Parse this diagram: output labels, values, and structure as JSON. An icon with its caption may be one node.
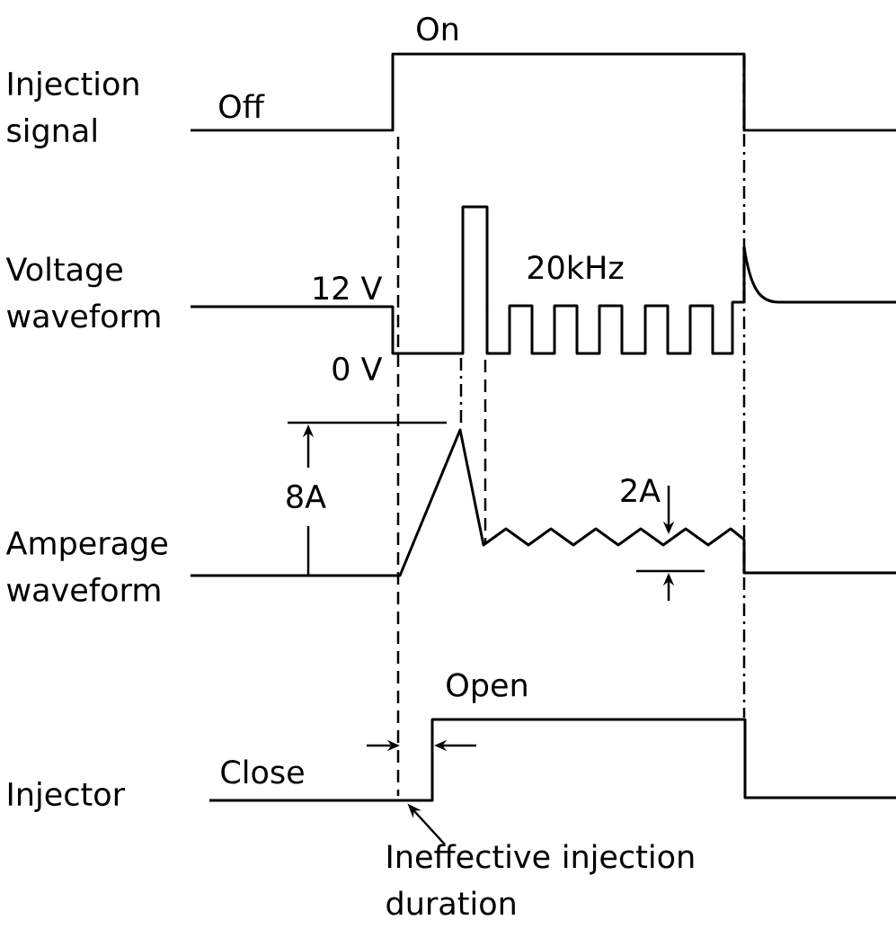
{
  "diagram": {
    "nodes": [
      {
        "text": [
          "Ineffective injection duration"
        ]
      },
      {
        "text": [],
        "shape": "line"
      }
    ],
    "edges": [
      {
        "from": 0,
        "to": 1,
        "arrow": "to"
      }
    ],
    "labels": [
      "On",
      "Injection signal",
      "Off",
      "20kHz",
      "Voltage waveform",
      "12 V",
      "0 V",
      "8A",
      "2A",
      "Amperage waveform",
      "Open",
      "Close",
      "Injector"
    ]
  }
}
